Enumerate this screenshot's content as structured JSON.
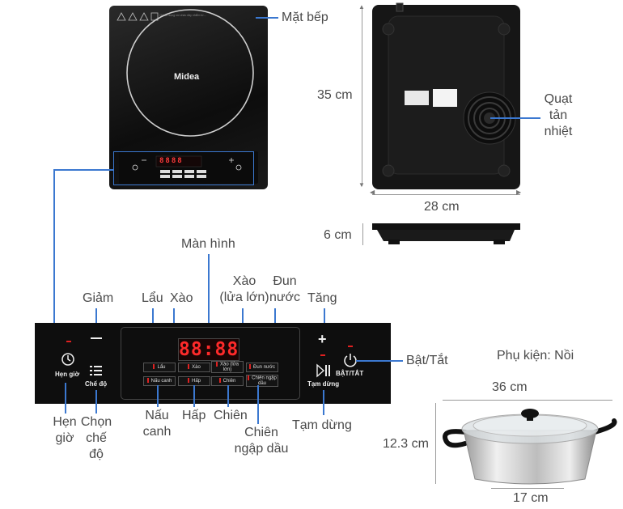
{
  "cooktop": {
    "brand": "Midea",
    "display_digits": "8888",
    "surface_label": "Mặt bếp"
  },
  "dimensions": {
    "length": "35 cm",
    "width": "28 cm",
    "height": "6 cm"
  },
  "bottom_view": {
    "fan_label": "Quạt tản nhiệt"
  },
  "control_panel": {
    "screen_label": "Màn hình",
    "digits": "88:88",
    "timer_icon_text": "Hẹn giờ",
    "mode_icon_text": "Chế độ",
    "pause_icon_text": "Tạm dừng",
    "power_icon_text": "BẬT/TẮT",
    "buttons": {
      "lau": "Lẩu",
      "xao": "Xào",
      "xao_lua_lon": "Xào (lửa lớn)",
      "dun_nuoc": "Đun nước",
      "nau_canh": "Nấu canh",
      "hap": "Hấp",
      "chien": "Chiên",
      "chien_ngap_dau": "Chiên ngập dầu"
    }
  },
  "callouts": {
    "giam": "Giảm",
    "tang": "Tăng",
    "lau": "Lẩu",
    "xao": "Xào",
    "xao_lua_lon_1": "Xào",
    "xao_lua_lon_2": "(lửa lớn)",
    "dun_nuoc_1": "Đun",
    "dun_nuoc_2": "nước",
    "bat_tat": "Bật/Tắt",
    "hen_gio_1": "Hẹn",
    "hen_gio_2": "giờ",
    "chon_che_do_1": "Chọn",
    "chon_che_do_2": "chế",
    "chon_che_do_3": "độ",
    "nau_canh_1": "Nấu",
    "nau_canh_2": "canh",
    "hap": "Hấp",
    "chien": "Chiên",
    "chien_ngap_dau_1": "Chiên",
    "chien_ngap_dau_2": "ngập dầu",
    "tam_dung": "Tạm dừng"
  },
  "accessory": {
    "title": "Phụ kiện: Nồi",
    "diameter_top": "36 cm",
    "height": "12.3 cm",
    "diameter_bottom": "17 cm"
  },
  "colors": {
    "callout_line": "#3b78d0",
    "display_red": "#ff2a2a"
  }
}
